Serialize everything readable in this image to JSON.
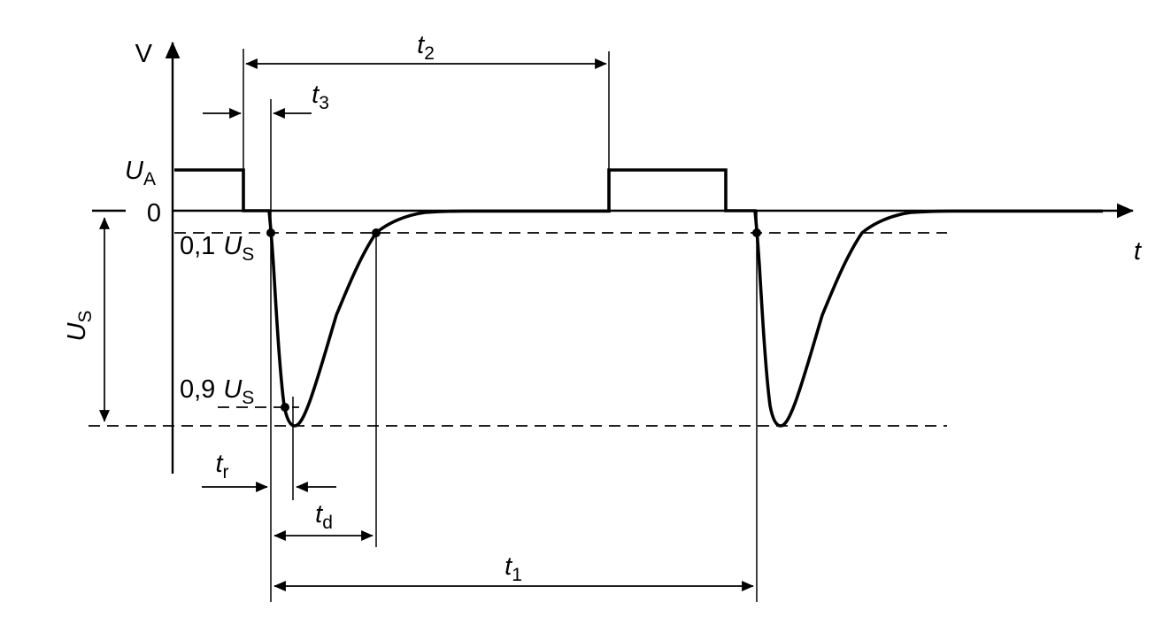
{
  "diagram": {
    "axes": {
      "vertical_label": "V",
      "horizontal_label": "t",
      "origin_label": "0"
    },
    "voltage_labels": {
      "ua": {
        "symbol": "U",
        "subscript": "A"
      },
      "us": {
        "symbol": "U",
        "subscript": "S"
      },
      "p01": {
        "factor": "0,1",
        "symbol": "U",
        "subscript": "S"
      },
      "p09": {
        "factor": "0,9",
        "symbol": "U",
        "subscript": "S"
      }
    },
    "time_labels": {
      "t2": {
        "symbol": "t",
        "subscript": "2"
      },
      "t3": {
        "symbol": "t",
        "subscript": "3"
      },
      "tr": {
        "symbol": "t",
        "subscript": "r"
      },
      "td": {
        "symbol": "t",
        "subscript": "d"
      },
      "t1": {
        "symbol": "t",
        "subscript": "1"
      }
    },
    "colors": {
      "stroke": "#000000",
      "background": "#ffffff"
    }
  }
}
